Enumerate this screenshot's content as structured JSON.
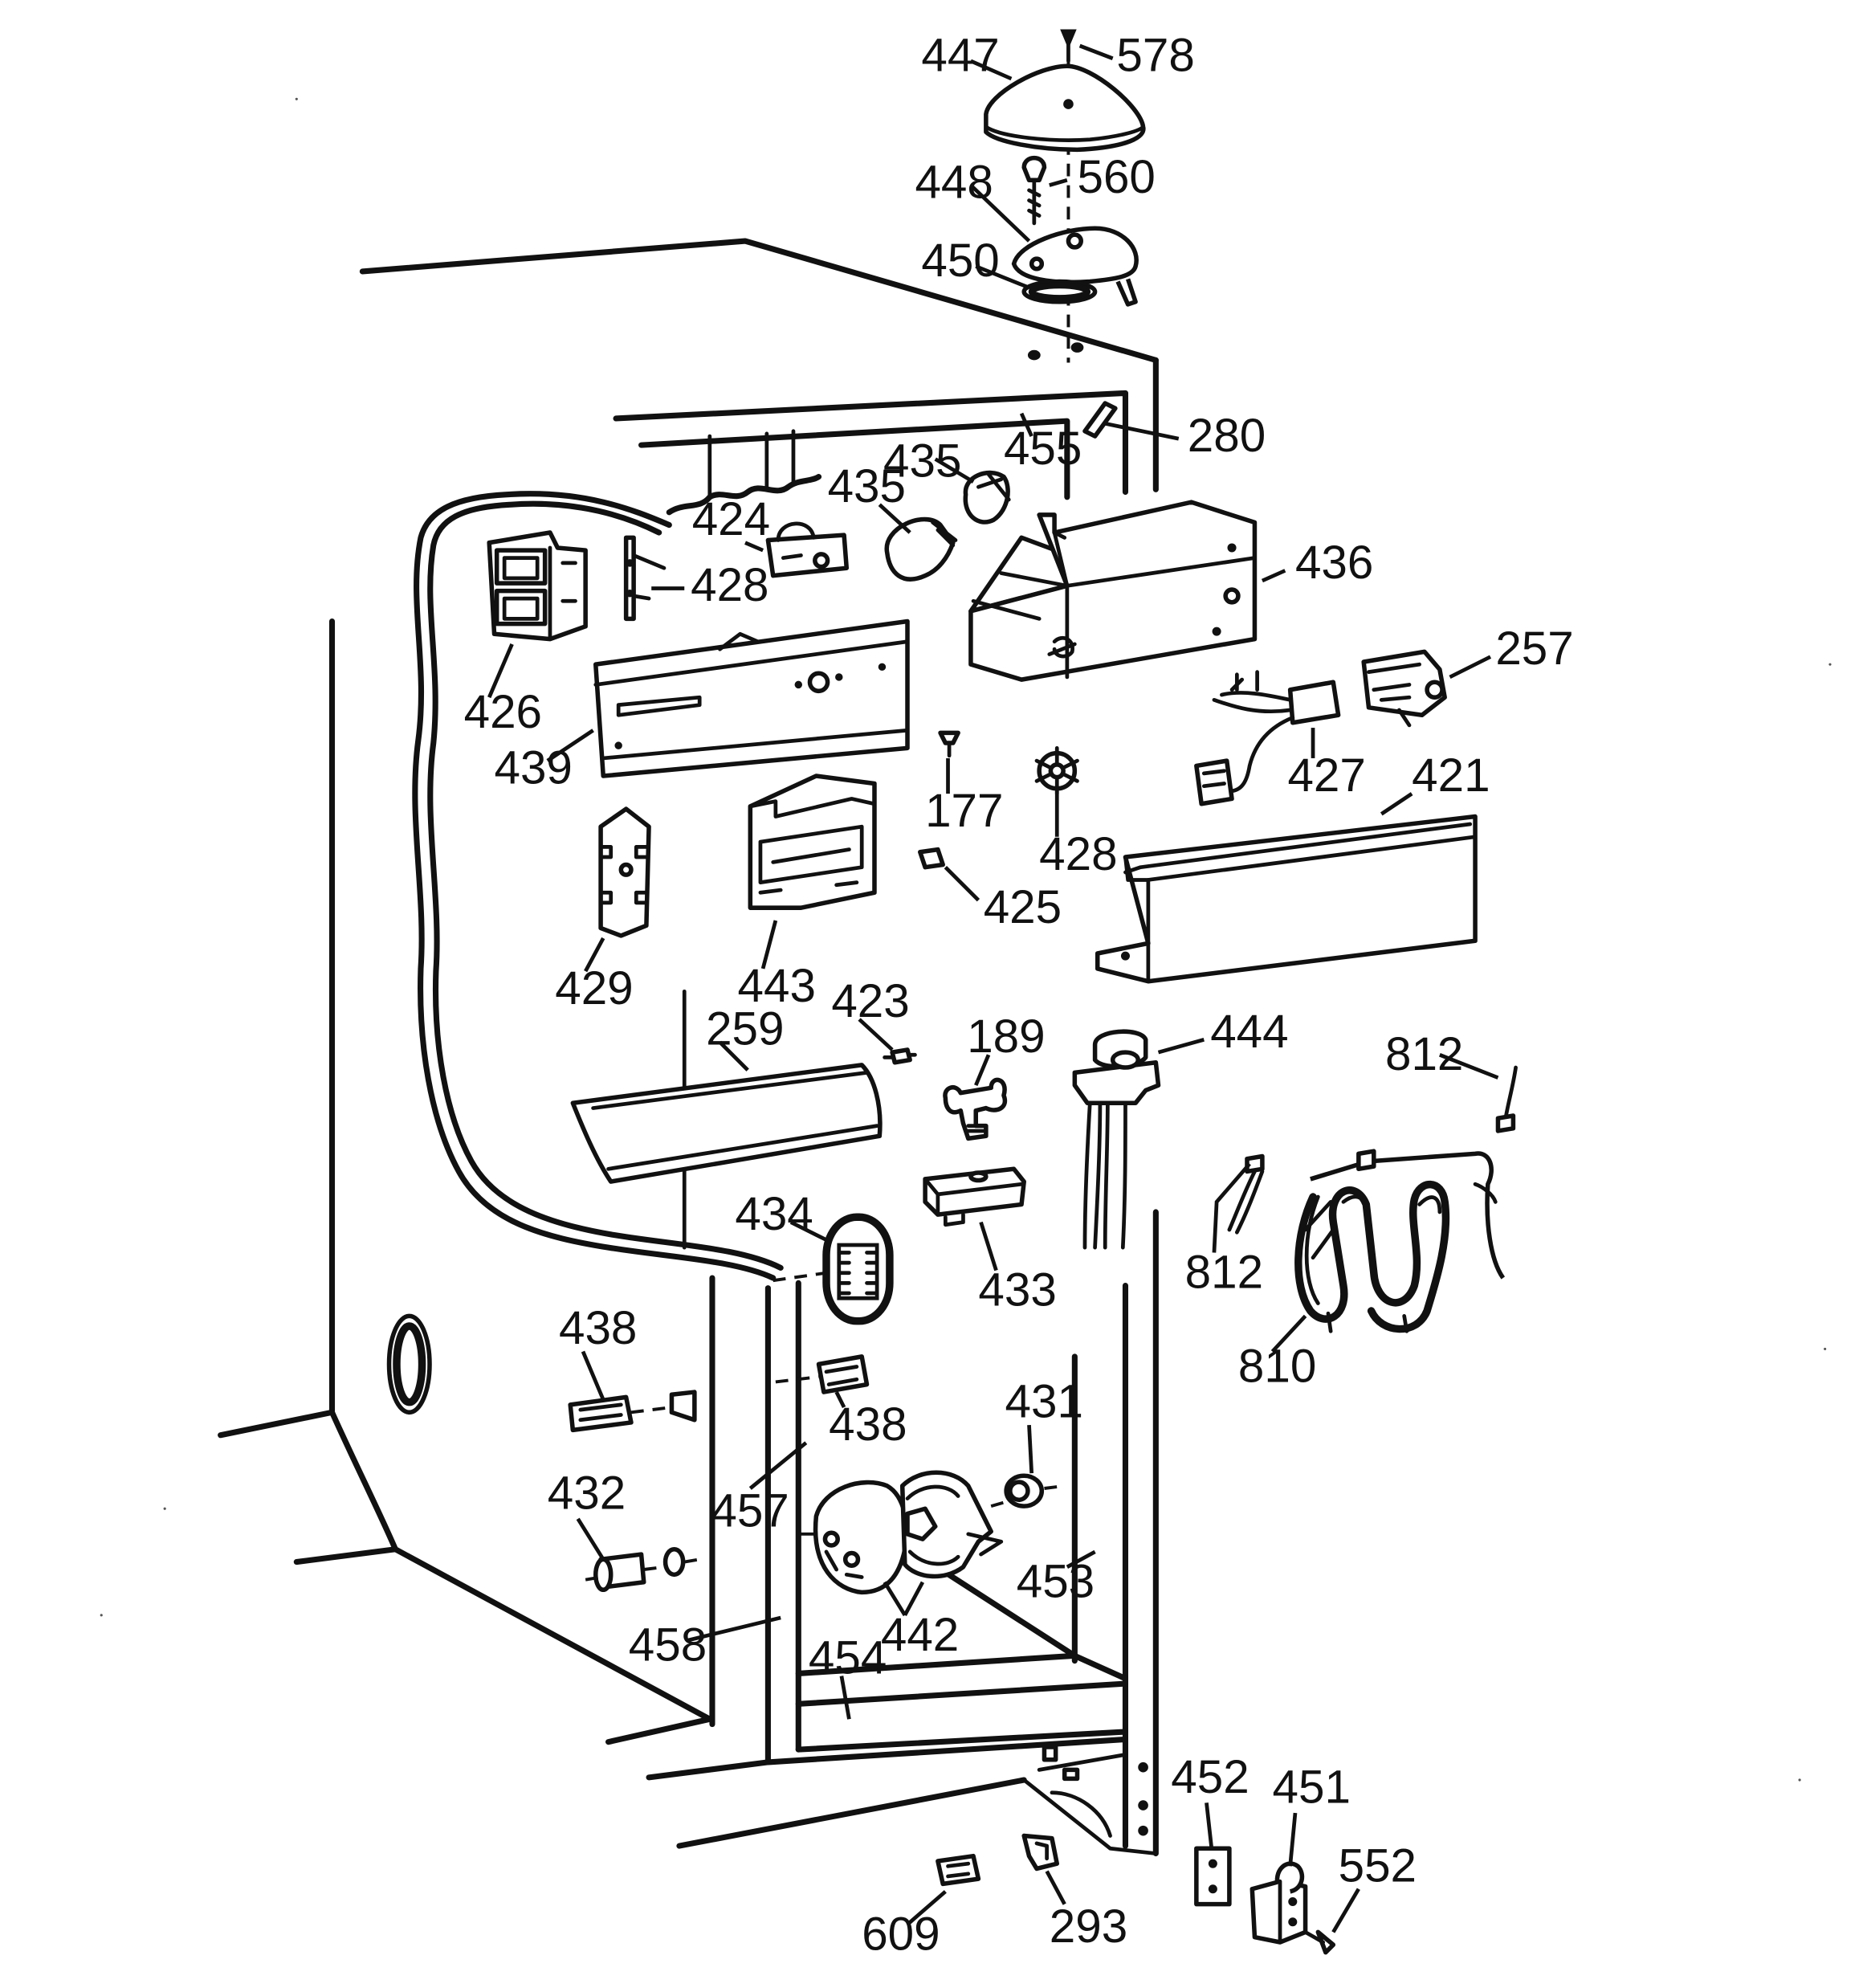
{
  "callouts": [
    {
      "id": "c447",
      "text": "447"
    },
    {
      "id": "c578",
      "text": "578"
    },
    {
      "id": "c448",
      "text": "448"
    },
    {
      "id": "c560",
      "text": "560"
    },
    {
      "id": "c450",
      "text": "450"
    },
    {
      "id": "c455",
      "text": "455"
    },
    {
      "id": "c280",
      "text": "280"
    },
    {
      "id": "c435a",
      "text": "435"
    },
    {
      "id": "c435b",
      "text": "435"
    },
    {
      "id": "c424",
      "text": "424"
    },
    {
      "id": "c428a",
      "text": "428"
    },
    {
      "id": "c436",
      "text": "436"
    },
    {
      "id": "c426",
      "text": "426"
    },
    {
      "id": "c257",
      "text": "257"
    },
    {
      "id": "c439",
      "text": "439"
    },
    {
      "id": "c177",
      "text": "177"
    },
    {
      "id": "c427",
      "text": "427"
    },
    {
      "id": "c421",
      "text": "421"
    },
    {
      "id": "c428b",
      "text": "428"
    },
    {
      "id": "c425",
      "text": "425"
    },
    {
      "id": "c429",
      "text": "429"
    },
    {
      "id": "c443",
      "text": "443"
    },
    {
      "id": "c423",
      "text": "423"
    },
    {
      "id": "c259",
      "text": "259"
    },
    {
      "id": "c189",
      "text": "189"
    },
    {
      "id": "c444",
      "text": "444"
    },
    {
      "id": "c812a",
      "text": "812"
    },
    {
      "id": "c434",
      "text": "434"
    },
    {
      "id": "c433",
      "text": "433"
    },
    {
      "id": "c812b",
      "text": "812"
    },
    {
      "id": "c438a",
      "text": "438"
    },
    {
      "id": "c810",
      "text": "810"
    },
    {
      "id": "c438b",
      "text": "438"
    },
    {
      "id": "c431",
      "text": "431"
    },
    {
      "id": "c432",
      "text": "432"
    },
    {
      "id": "c457",
      "text": "457"
    },
    {
      "id": "c453",
      "text": "453"
    },
    {
      "id": "c442",
      "text": "442"
    },
    {
      "id": "c458",
      "text": "458"
    },
    {
      "id": "c454",
      "text": "454"
    },
    {
      "id": "c452",
      "text": "452"
    },
    {
      "id": "c451",
      "text": "451"
    },
    {
      "id": "c552",
      "text": "552"
    },
    {
      "id": "c609",
      "text": "609"
    },
    {
      "id": "c293",
      "text": "293"
    }
  ]
}
